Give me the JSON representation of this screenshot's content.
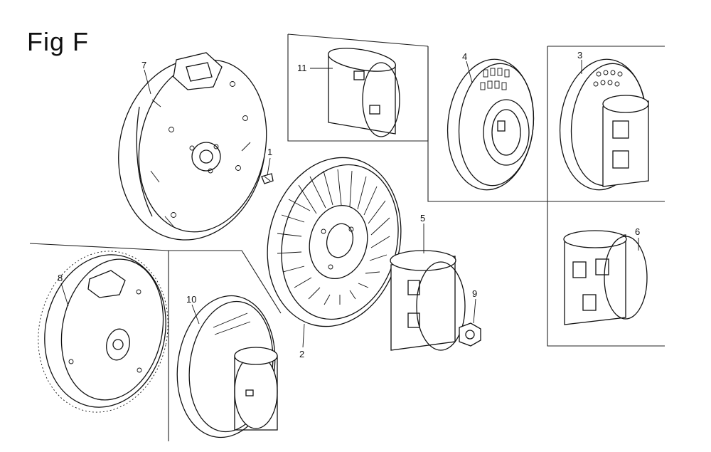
{
  "figure": {
    "title": "Fig F"
  },
  "callouts": [
    {
      "id": "part-1",
      "label": "1"
    },
    {
      "id": "part-2",
      "label": "2"
    },
    {
      "id": "part-3",
      "label": "3"
    },
    {
      "id": "part-4",
      "label": "4"
    },
    {
      "id": "part-5",
      "label": "5"
    },
    {
      "id": "part-6",
      "label": "6"
    },
    {
      "id": "part-7",
      "label": "7"
    },
    {
      "id": "part-8",
      "label": "8"
    },
    {
      "id": "part-9",
      "label": "9"
    },
    {
      "id": "part-10",
      "label": "10"
    },
    {
      "id": "part-11",
      "label": "11"
    }
  ]
}
